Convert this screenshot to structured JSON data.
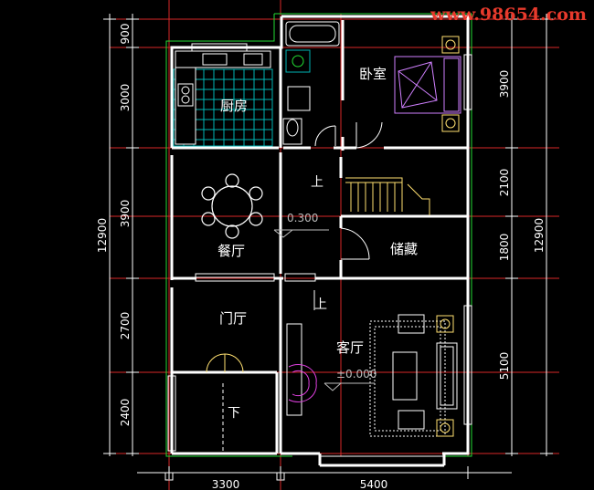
{
  "watermark": "www.98654.com",
  "rooms": {
    "kitchen": "厨房",
    "bedroom": "卧室",
    "dining": "餐厅",
    "storage": "储藏",
    "foyer": "门厅",
    "living": "客厅"
  },
  "stairs": {
    "up_1": "上",
    "up_2": "上",
    "down": "下"
  },
  "levels": {
    "dining": "0.300",
    "living": "±0.000"
  },
  "dimensions": {
    "left": [
      "900",
      "3000",
      "3900",
      "2700",
      "2400"
    ],
    "left_total": "12900",
    "right": [
      "3900",
      "2100",
      "1800",
      "5100"
    ],
    "right_total": "12900",
    "bottom": [
      "3300",
      "5400"
    ]
  },
  "colors": {
    "background": "#000000",
    "wall": "#ffffff",
    "axis": "#ff3030",
    "outline": "#22dd33",
    "furniture": "#ffe070",
    "kitchen_tile": "#00b4b4",
    "bed": "#d080ff",
    "fireplace": "#e040e0",
    "watermark": "#e83a2c"
  }
}
